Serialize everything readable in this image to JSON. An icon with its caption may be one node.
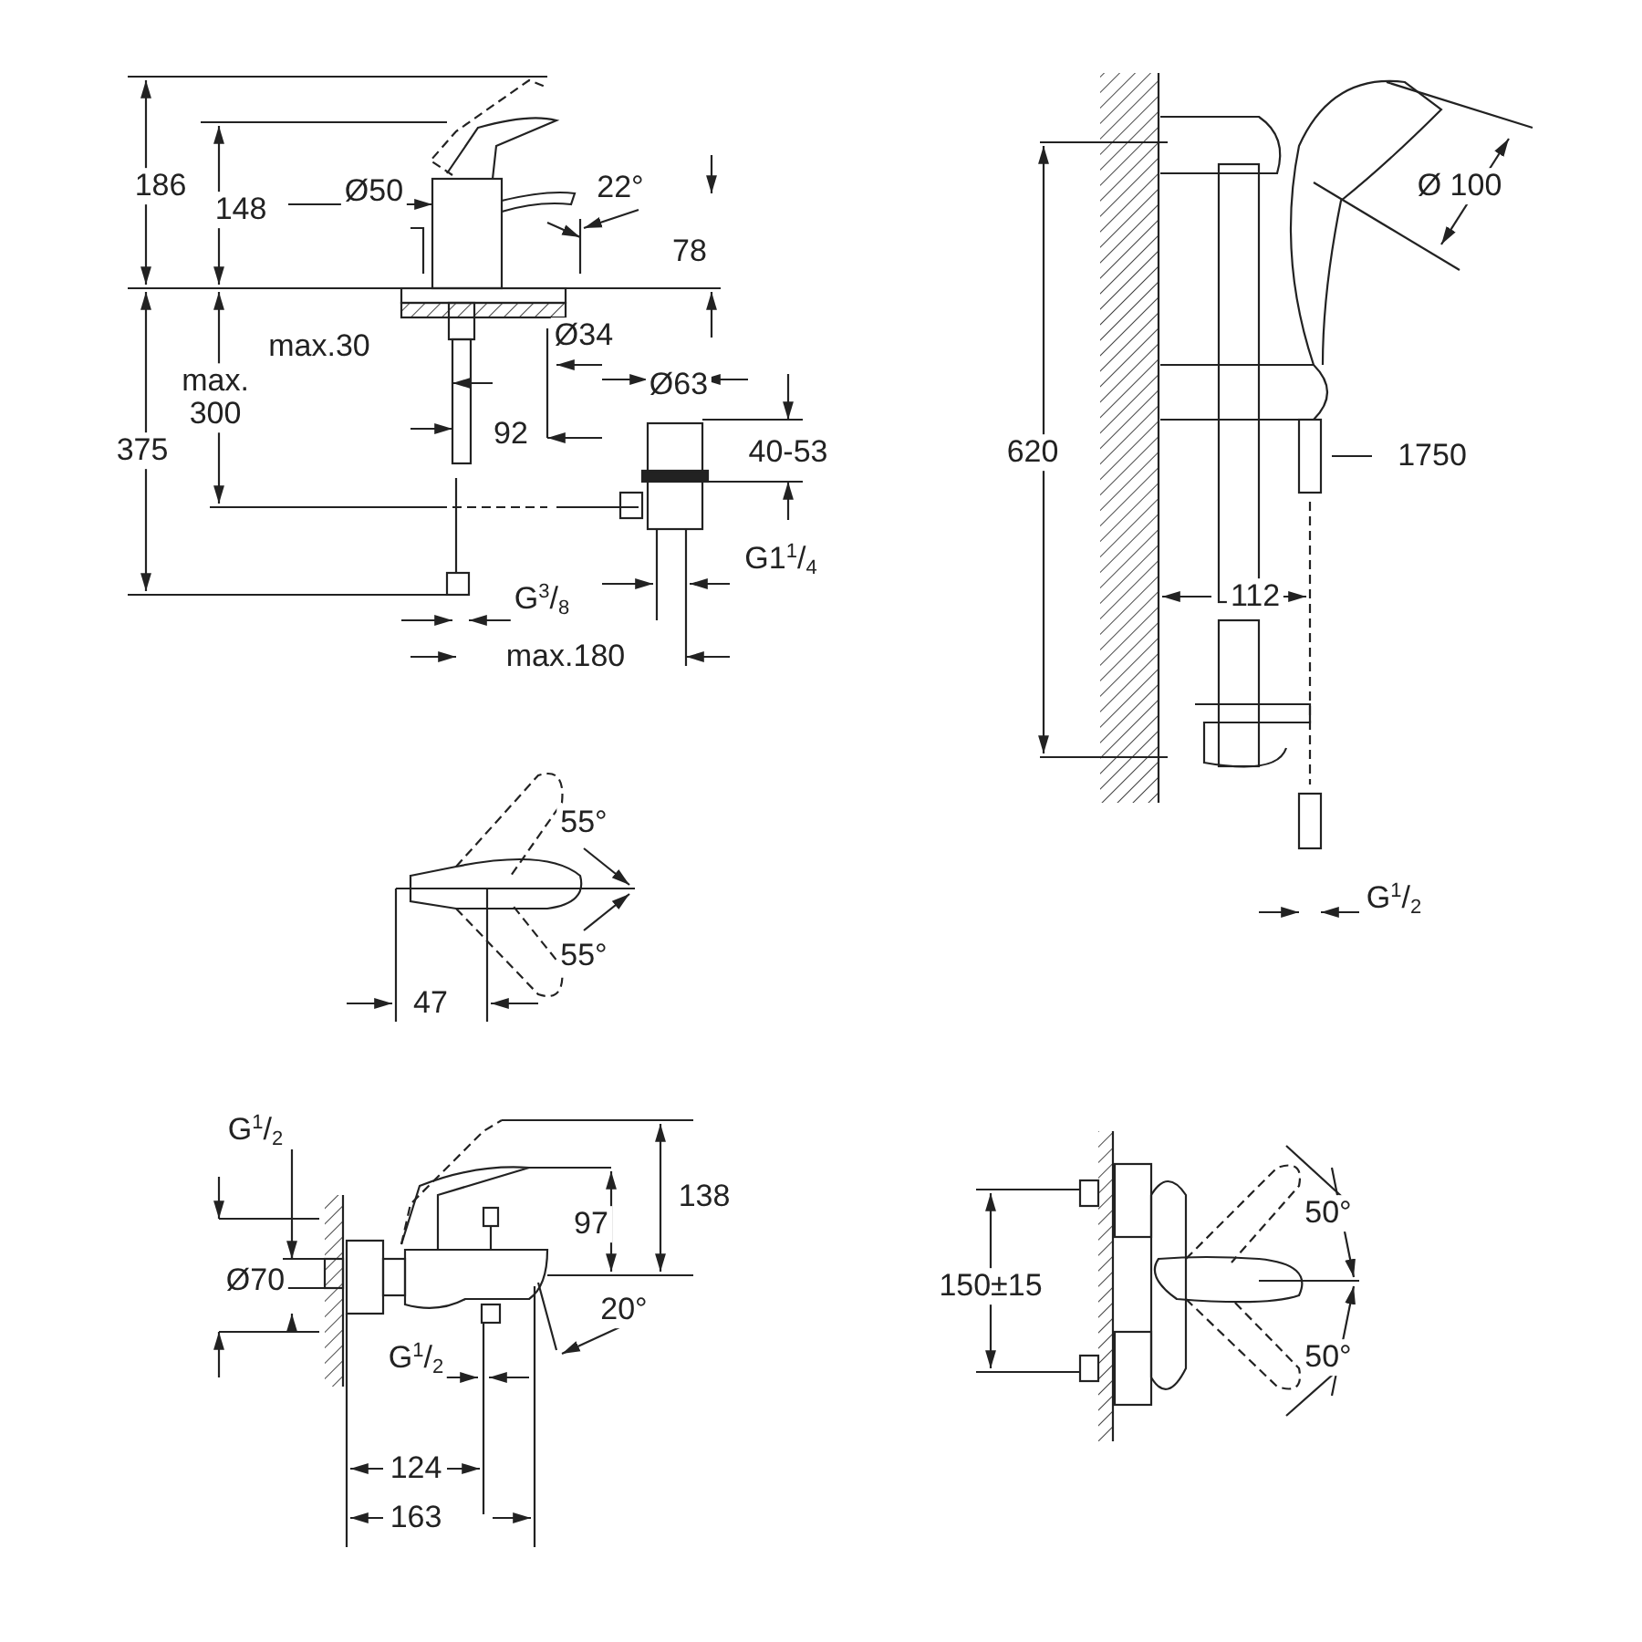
{
  "diagram": {
    "labels": [
      "186",
      "148",
      "Ø50",
      "22°",
      "78",
      "max.30",
      "Ø34",
      "max. 300",
      "375",
      "Ø63",
      "92",
      "40-53",
      "G1$^{1}$/$_{4}$",
      "G$^{3}$/$_{8}$",
      "max.180",
      "Ø 100",
      "620",
      "1750",
      "112",
      "G$^{1}$/$_{2}$",
      "55°",
      "55°",
      "47",
      "G$^{1}$/$_{2}$",
      "138",
      "97",
      "Ø70",
      "20°",
      "G$^{1}$/$_{2}$",
      "150±15",
      "50°",
      "50°",
      "124",
      "163"
    ]
  }
}
